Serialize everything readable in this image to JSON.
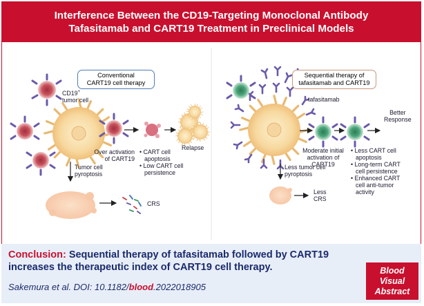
{
  "header": {
    "title_line1": "Interference Between the CD19-Targeting Monoclonal Antibody",
    "title_line2": "Tafasitamab and CART19 Treatment in Preclinical Models"
  },
  "left": {
    "box_line1": "Conventional",
    "box_line2": "CART19 cell therapy",
    "cd19_main": "CD19",
    "cd19_sup": "+",
    "tumor_cell": "tumor cell",
    "overactivation_line1": "Over activation",
    "overactivation_line2": "of CART19",
    "outcome_line1": "• CART cell",
    "outcome_line2": "apoptosis",
    "outcome_line3": "• Low CART cell",
    "outcome_line4": "persistence",
    "relapse": "Relapse",
    "pyroptosis_line1": "Tumor cell",
    "pyroptosis_line2": "pyroptosis",
    "crs": "CRS"
  },
  "right": {
    "box_line1": "Sequential therapy of",
    "box_line2": "tafasitamab and CART19",
    "tafasitamab": "tafasitamab",
    "moderate_line1": "Moderate initial",
    "moderate_line2": "activation of",
    "moderate_line3": "CART19",
    "outcome_line1": "• Less CART cell",
    "outcome_line2": "apoptosis",
    "outcome_line3": "• Long-term CART",
    "outcome_line4": "cell persistence",
    "outcome_line5": "• Enhanced CART",
    "outcome_line6": "cell anti-tumor",
    "outcome_line7": "activity",
    "better_line1": "Better",
    "better_line2": "Response",
    "less_pyro_line1": "Less tumor cell",
    "less_pyro_line2": "pyroptosis",
    "less_crs_line1": "Less",
    "less_crs_line2": "CRS"
  },
  "footer": {
    "conclusion_key": "Conclusion:",
    "conclusion_text": "Sequential therapy of tafasitamab followed by CART19 increases the therapeutic index of CART19 cell therapy.",
    "cite_prefix": "Sakemura et al. DOI: 10.1182/",
    "cite_journal": "blood",
    "cite_suffix": ".2022018905",
    "badge_line1": "Blood",
    "badge_line2": "Visual",
    "badge_line3": "Abstract"
  },
  "colors": {
    "brand_red": "#c8102e",
    "navy": "#1a2a6b",
    "left_box_border": "#4f7bb5",
    "right_box_border": "#c9947a",
    "cart_red": "#c8505a",
    "cart_green": "#3f9a6e",
    "antibody_purple": "#6a5aa8",
    "tumor_yellow": "#f3c27a"
  }
}
